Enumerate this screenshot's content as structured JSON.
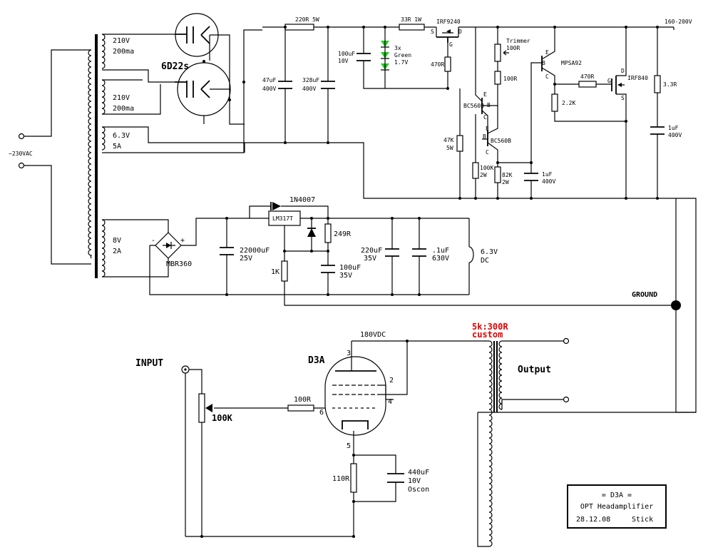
{
  "ps_hv": {
    "transformer": {
      "primary": "~230VAC",
      "sec1": [
        "210V",
        "200ma"
      ],
      "sec2": [
        "210V",
        "200ma"
      ],
      "sec3": [
        "6.3V",
        "5A"
      ]
    },
    "rectifier": "6D22s",
    "r1": "220R 5W",
    "c47": [
      "47uF",
      "400V"
    ],
    "c328": [
      "328uF",
      "400V"
    ],
    "r33": "33R 1W",
    "c100": [
      "100uF",
      "10V"
    ],
    "leds": [
      "3x",
      "Green",
      "1.7V"
    ],
    "irf9240": "IRF9240",
    "irf_labels": [
      "S",
      "D",
      "G"
    ],
    "r470a": "470R",
    "trimmer": [
      "Trimmer",
      "100R"
    ],
    "r100": "100R",
    "bc560a": "BC560B",
    "bc560b": "BC560B",
    "r47k": [
      "47K",
      "5W"
    ],
    "r100k": [
      "100K",
      "2W"
    ],
    "r82k": [
      "82K",
      "2W"
    ],
    "c1a": [
      "1uF",
      "400V"
    ],
    "mpsa92": "MPSA92",
    "r470b": "470R",
    "r2k2": "2.2K",
    "irf840": "IRF840",
    "r3r3": "3.3R",
    "c1b": [
      "1uF",
      "400V"
    ],
    "out": "160-200V",
    "pins": [
      "E",
      "B",
      "C",
      "G",
      "D",
      "S"
    ]
  },
  "ps_lv": {
    "transformer": [
      "8V",
      "2A"
    ],
    "bridge": "MBR360",
    "bridge_pm": [
      "-",
      "+"
    ],
    "diode": "1N4007",
    "reg": "LM317T",
    "c22000": [
      "22000uF",
      "25V"
    ],
    "r249": "249R",
    "r1k": "1K",
    "c100": [
      "100uF",
      "35V"
    ],
    "c220": [
      "220uF",
      "35V"
    ],
    "c01": [
      ".1uF",
      "630V"
    ],
    "out": [
      "6.3V",
      "DC"
    ]
  },
  "ground": "GROUND",
  "amp": {
    "transformer": [
      "5k:300R",
      "custom"
    ],
    "b_plus": "180VDC",
    "tube": "D3A",
    "pins": [
      "3",
      "2",
      "4",
      "6",
      "5"
    ],
    "input": "INPUT",
    "pot": "100K",
    "r_grid": "100R",
    "output": "Output",
    "r_cath": "110R",
    "c_cath": [
      "440uF",
      "10V",
      "Oscon"
    ]
  },
  "title_block": {
    "title": "= D3A =",
    "subtitle": "OPT  Headamplifier",
    "date": "28.12.08",
    "author": "Stick"
  },
  "colors": {
    "led": "#22cc22",
    "label_red": "#e00000"
  }
}
